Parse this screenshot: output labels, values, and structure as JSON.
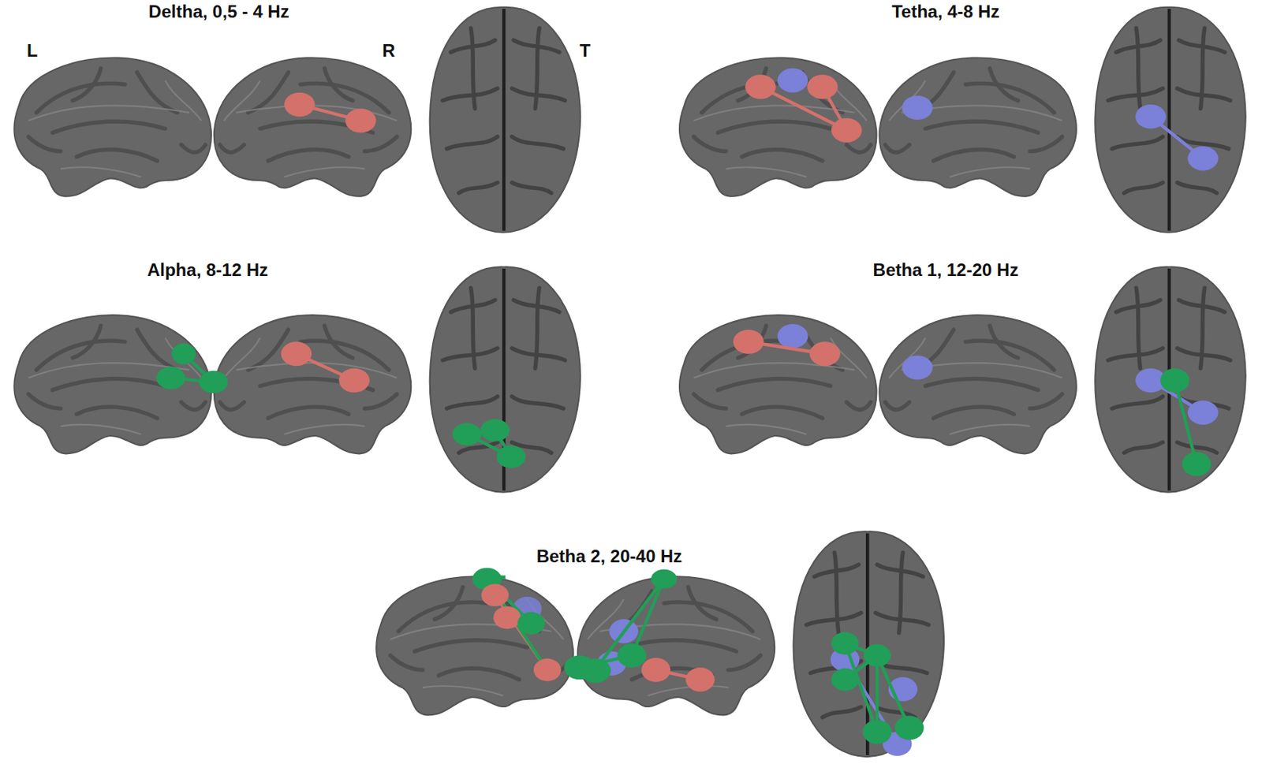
{
  "diagram": {
    "labels": [
      "Deltha, 0,5 - 4 Hz",
      "L",
      "R",
      "T",
      "Tetha, 4-8 Hz",
      "Alpha, 8-12 Hz",
      "Betha 1, 12-20 Hz",
      "Betha 2, 20-40 Hz"
    ]
  }
}
